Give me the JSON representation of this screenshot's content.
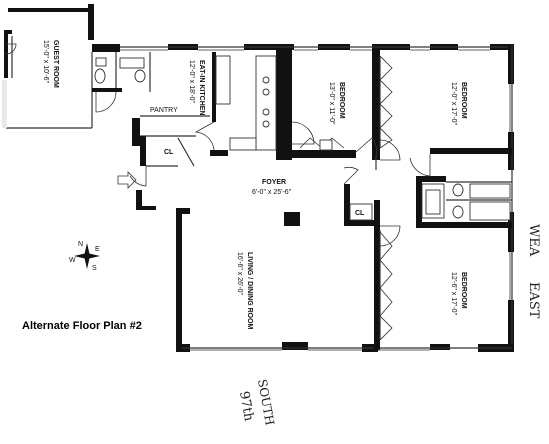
{
  "plan_title": "Alternate Floor Plan #2",
  "rooms": {
    "guest_room": {
      "name": "GUEST ROOM",
      "dims": "15'-0\" x 10'-6\""
    },
    "kitchen": {
      "name": "EAT-IN KITCHEN",
      "dims": "12'-0\" x 18'-0\""
    },
    "bedroom1": {
      "name": "BEDROOM",
      "dims": "13'-0\" x 11'-0\""
    },
    "bedroom2": {
      "name": "BEDROOM",
      "dims": "12'-0\" x 17'-0\""
    },
    "bedroom3": {
      "name": "BEDROOM",
      "dims": "12'-6\" x 17'-0\""
    },
    "foyer": {
      "name": "FOYER",
      "dims": "6'-0\" x 25'-6\""
    },
    "living": {
      "name": "LIVING / DINING ROOM",
      "dims": "16'-6\" x 26'-0\""
    },
    "pantry": {
      "name": "PANTRY"
    },
    "closet_label": "CL"
  },
  "compass": {
    "n": "N",
    "s": "S",
    "e": "E",
    "w": "W"
  },
  "handwriting": {
    "east_1": "WEA",
    "east_2": "EAST",
    "south_1": "SOUTH",
    "south_2": "97th"
  },
  "icons": [
    "compass-icon",
    "entry-arrow-icon"
  ]
}
